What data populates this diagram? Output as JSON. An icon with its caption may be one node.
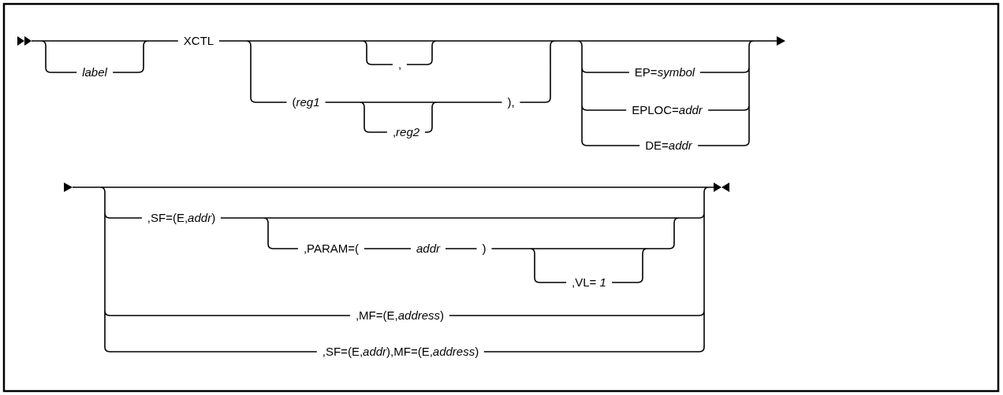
{
  "diagram": {
    "labels": [
      "label",
      "XCTL",
      ",",
      "(*reg1*",
      ",*reg2*",
      "),",
      "EP=*symbol*",
      "EPLOC=*addr*",
      "DE=*addr*",
      ",SF=(E,*addr*)",
      ",PARAM=(",
      "addr",
      ")",
      ",VL= *1*",
      ",MF=(E,*address*)",
      ",SF=(E,*addr*),MF=(E,*address*)"
    ]
  }
}
